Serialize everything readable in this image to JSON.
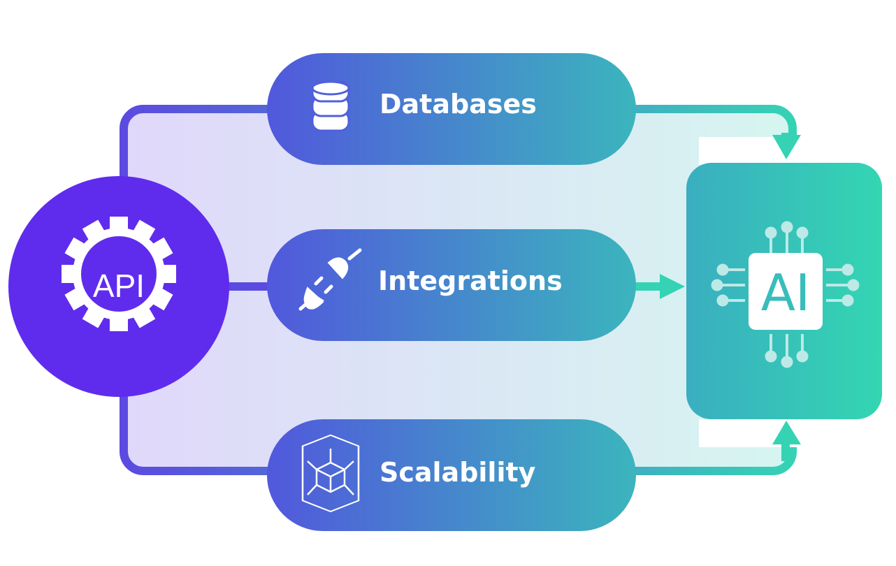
{
  "title": "API to AI connectivity diagram",
  "source_node": {
    "label": "API",
    "icon": "gear-icon",
    "color": "#5f2ced"
  },
  "target_node": {
    "label": "AI",
    "icon": "ai-chip-icon",
    "color_start": "#3aaec0",
    "color_end": "#33d6b2"
  },
  "channels": [
    {
      "label": "Databases",
      "icon": "database-icon"
    },
    {
      "label": "Integrations",
      "icon": "plug-icon"
    },
    {
      "label": "Scalability",
      "icon": "cube-expand-icon"
    }
  ],
  "colors": {
    "pill_start": "#5158dc",
    "pill_end": "#3bb5bd",
    "line_start": "#5b4ae0",
    "line_end": "#35d3b4",
    "bg_start": "#e0d8fa",
    "bg_end": "#d6f5f0"
  }
}
